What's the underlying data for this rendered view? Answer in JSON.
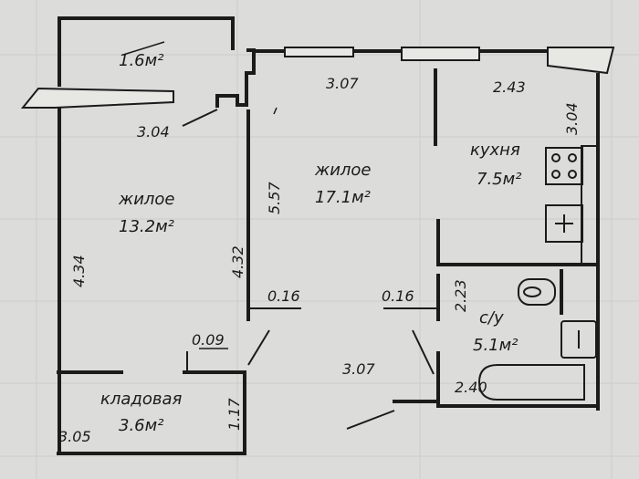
{
  "rooms": [
    {
      "id": "balcony",
      "name": "",
      "area": "1.6м²"
    },
    {
      "id": "living-left",
      "name": "жилое",
      "area": "13.2м²"
    },
    {
      "id": "living-center",
      "name": "жилое",
      "area": "17.1м²"
    },
    {
      "id": "kitchen",
      "name": "кухня",
      "area": "7.5м²"
    },
    {
      "id": "bathroom",
      "name": "с/у",
      "area": "5.1м²"
    },
    {
      "id": "storage",
      "name": "кладовая",
      "area": "3.6м²"
    }
  ],
  "dimensions": [
    "3.07",
    "2.43",
    "3.04",
    "3.04",
    "5.57",
    "4.32",
    "4.34",
    "0.16",
    "0.16",
    "0.09",
    "1.17",
    "3.05",
    "3.07",
    "2.23",
    "2.40"
  ],
  "colors": {
    "paper": "#dcdcda",
    "line": "#1b1b1b",
    "grid": "#b9b9b7"
  }
}
